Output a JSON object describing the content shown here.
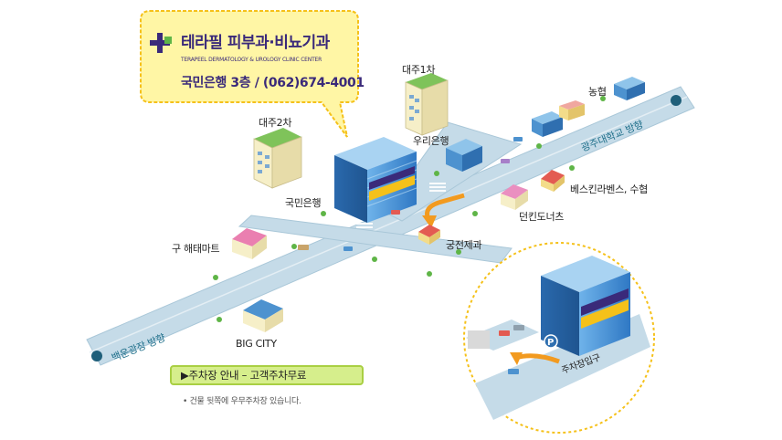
{
  "clinic": {
    "name": "테라필 피부과·비뇨기과",
    "english_name": "TERAPEEL DERMATOLOGY & UROLOGY CLINIC CENTER",
    "address_prefix": "국민은행 3층 / ",
    "phone": "(062)674-4001"
  },
  "landmarks": {
    "daeju1": "대주1차",
    "daeju2": "대주2차",
    "nonghyup": "농협",
    "woori_bank": "우리은행",
    "kookmin_bank": "국민은행",
    "baskin": "베스킨라벤스, 수협",
    "dunkin": "던킨도너츠",
    "gungjeon": "궁전제과",
    "old_haetae": "구 해태마트",
    "bigcity": "BIG CITY",
    "parking_entrance": "주차장입구"
  },
  "roads": {
    "to_gwangju_univ": "광주대학교 방향",
    "to_baegun_square": "백운광장 방향"
  },
  "parking": {
    "guide": "▶주차장 안내 – 고객주차무료",
    "note": "• 건물 뒷쪽에 우무주차장 있습니다."
  },
  "colors": {
    "road": "#c5dbe8",
    "callout_bg": "#fff6a5",
    "callout_border": "#f5c11a",
    "building_blue": "#3f8fd6",
    "parking_button": "#d6ee8c"
  }
}
